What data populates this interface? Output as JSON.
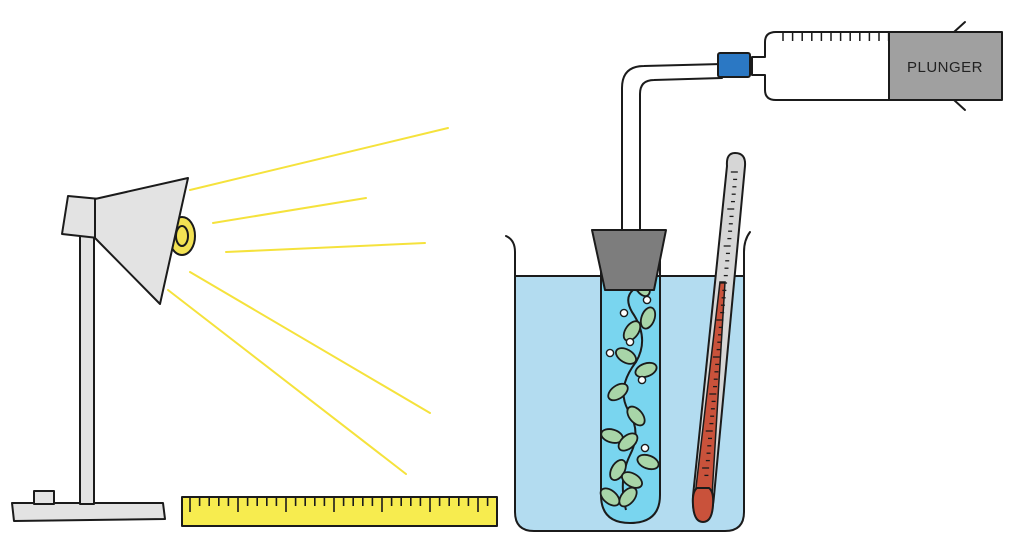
{
  "diagram": {
    "labels": {
      "plunger": "PLUNGER"
    },
    "components": [
      "lamp",
      "light-rays",
      "ruler",
      "beaker-of-water",
      "boiling-tube",
      "pondweed",
      "oxygen-bubbles",
      "thermometer",
      "rubber-bung",
      "delivery-tube",
      "gas-syringe"
    ],
    "colors": {
      "light_ray": "#f5e23c",
      "ruler": "#f7ec4f",
      "water": "#b3dcf0",
      "tube_water": "#79d5ef",
      "leaf": "#a8d5a8",
      "bung": "#7d7d7d",
      "connector": "#2b78c4",
      "plunger": "#a0a0a0",
      "thermometer_liquid": "#c9523b",
      "lamp_shade": "#e3e3e3",
      "bulb": "#f3e253"
    }
  }
}
